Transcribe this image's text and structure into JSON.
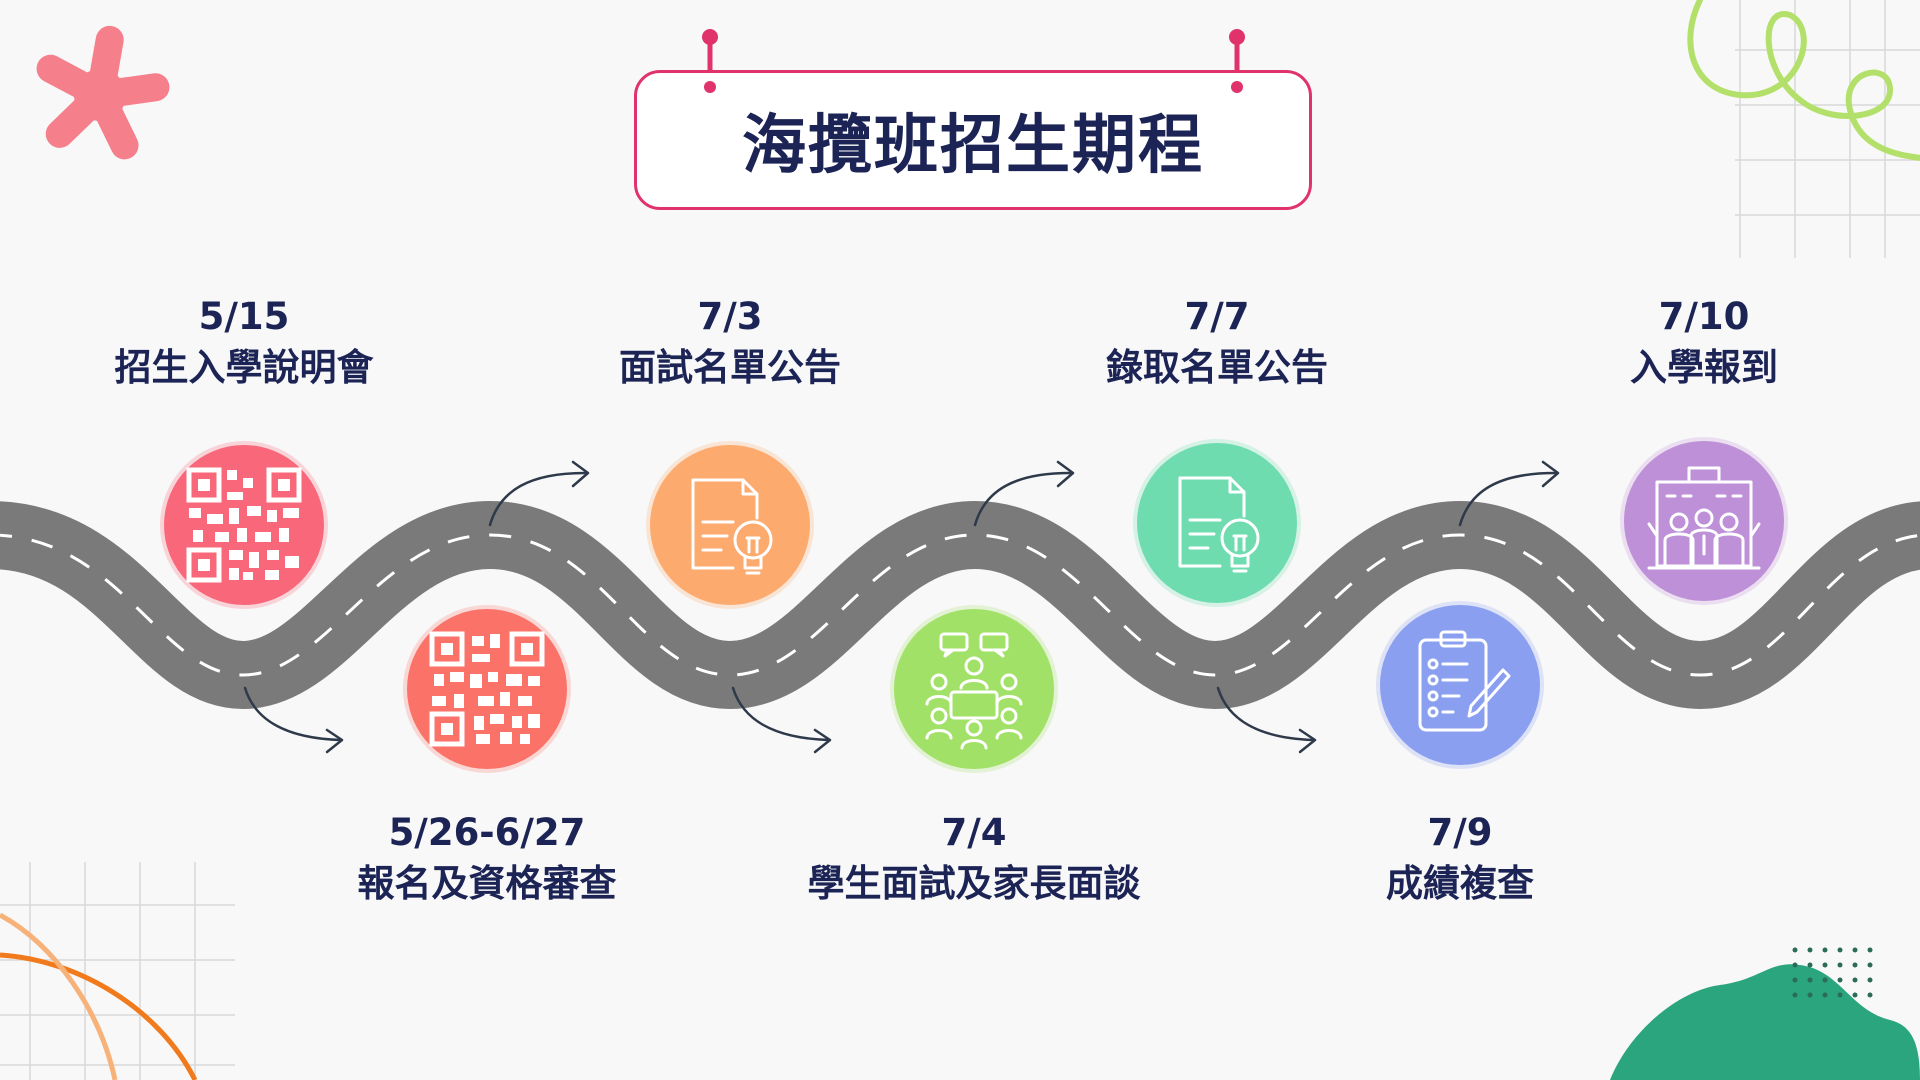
{
  "title": "海攬班招生期程",
  "colors": {
    "title_text": "#1c2456",
    "title_border": "#e0336c",
    "road": "#7a7a7a",
    "road_dash": "#ffffff",
    "arrow": "#2e3a4a"
  },
  "steps": [
    {
      "date": "5/15",
      "label": "招生入學說明會",
      "icon": "qr-code-icon",
      "color": "#f9677a"
    },
    {
      "date": "5/26-6/27",
      "label": "報名及資格審查",
      "icon": "qr-code-icon",
      "color": "#fa7268"
    },
    {
      "date": "7/3",
      "label": "面試名單公告",
      "icon": "document-lightbulb-icon",
      "color": "#fdaa6e"
    },
    {
      "date": "7/4",
      "label": "學生面試及家長面談",
      "icon": "meeting-icon",
      "color": "#a2e167"
    },
    {
      "date": "7/7",
      "label": "錄取名單公告",
      "icon": "document-lightbulb-icon",
      "color": "#6edcaf"
    },
    {
      "date": "7/9",
      "label": "成績複查",
      "icon": "clipboard-checklist-icon",
      "color": "#8a9ff0"
    },
    {
      "date": "7/10",
      "label": "入學報到",
      "icon": "people-building-icon",
      "color": "#be90d8"
    }
  ]
}
